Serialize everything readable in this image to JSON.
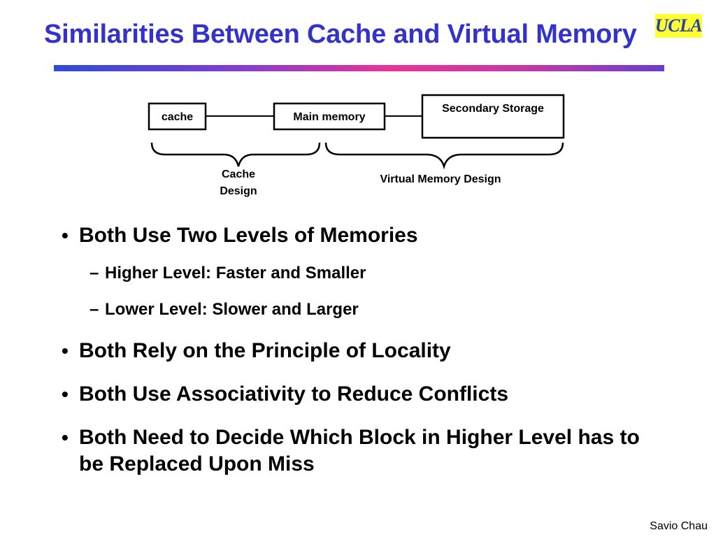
{
  "slide": {
    "title": "Similarities Between Cache and Virtual Memory",
    "logo_text": "UCLA",
    "footer": "Savio Chau"
  },
  "diagram": {
    "boxes": {
      "cache": "cache",
      "main_memory": "Main memory",
      "secondary_storage": "Secondary Storage"
    },
    "braces": {
      "cache_design_line1": "Cache",
      "cache_design_line2": "Design",
      "virtual_memory_design": "Virtual Memory Design"
    }
  },
  "bullets": [
    {
      "text": "Both Use Two Levels of Memories",
      "sub": [
        "Higher Level: Faster and Smaller",
        "Lower Level: Slower and Larger"
      ]
    },
    {
      "text": "Both Rely on the Principle of Locality"
    },
    {
      "text": "Both Use Associativity to Reduce Conflicts"
    },
    {
      "text": "Both Need to Decide Which Block in Higher Level has to be Replaced Upon Miss"
    }
  ],
  "symbols": {
    "bullet": "•",
    "dash": "–"
  },
  "colors": {
    "title": "#3333cc",
    "logo_background": "#ffff33",
    "logo_text": "#2a3fa8"
  }
}
